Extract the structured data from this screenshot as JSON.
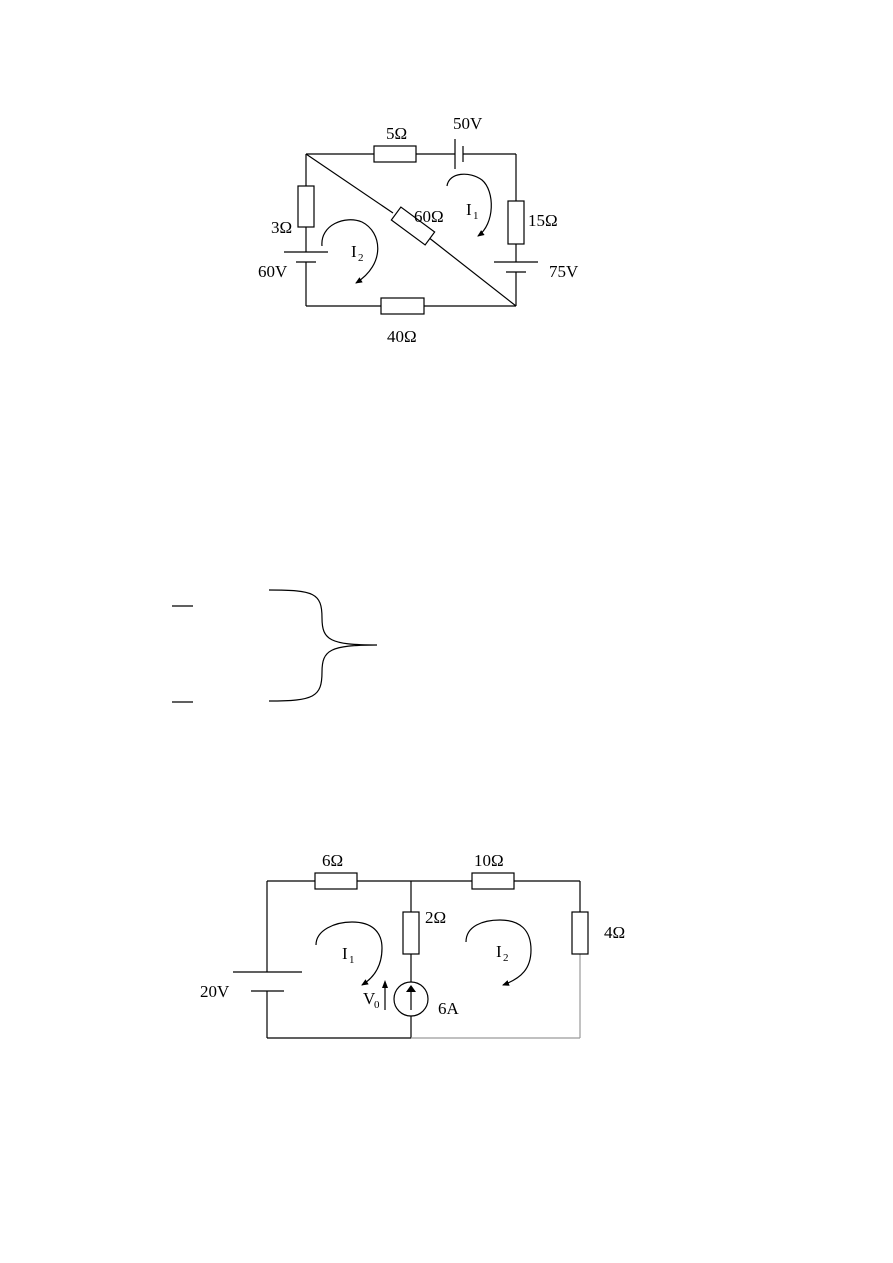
{
  "circuit1": {
    "r_top": "5Ω",
    "v_top": "50V",
    "r_left": "3Ω",
    "v_left": "60V",
    "r_diag": "60Ω",
    "r_right": "15Ω",
    "v_right": "75V",
    "r_bottom": "40Ω",
    "loop1": {
      "main": "I",
      "sub": "1"
    },
    "loop2": {
      "main": "I",
      "sub": "2"
    }
  },
  "circuit2": {
    "r_top_left": "6Ω",
    "r_top_right": "10Ω",
    "r_mid": "2Ω",
    "r_right": "4Ω",
    "v_source": "20V",
    "i_source": "6A",
    "v_label": {
      "main": "V",
      "sub": "0"
    },
    "loop1": {
      "main": "I",
      "sub": "1"
    },
    "loop2": {
      "main": "I",
      "sub": "2"
    }
  }
}
